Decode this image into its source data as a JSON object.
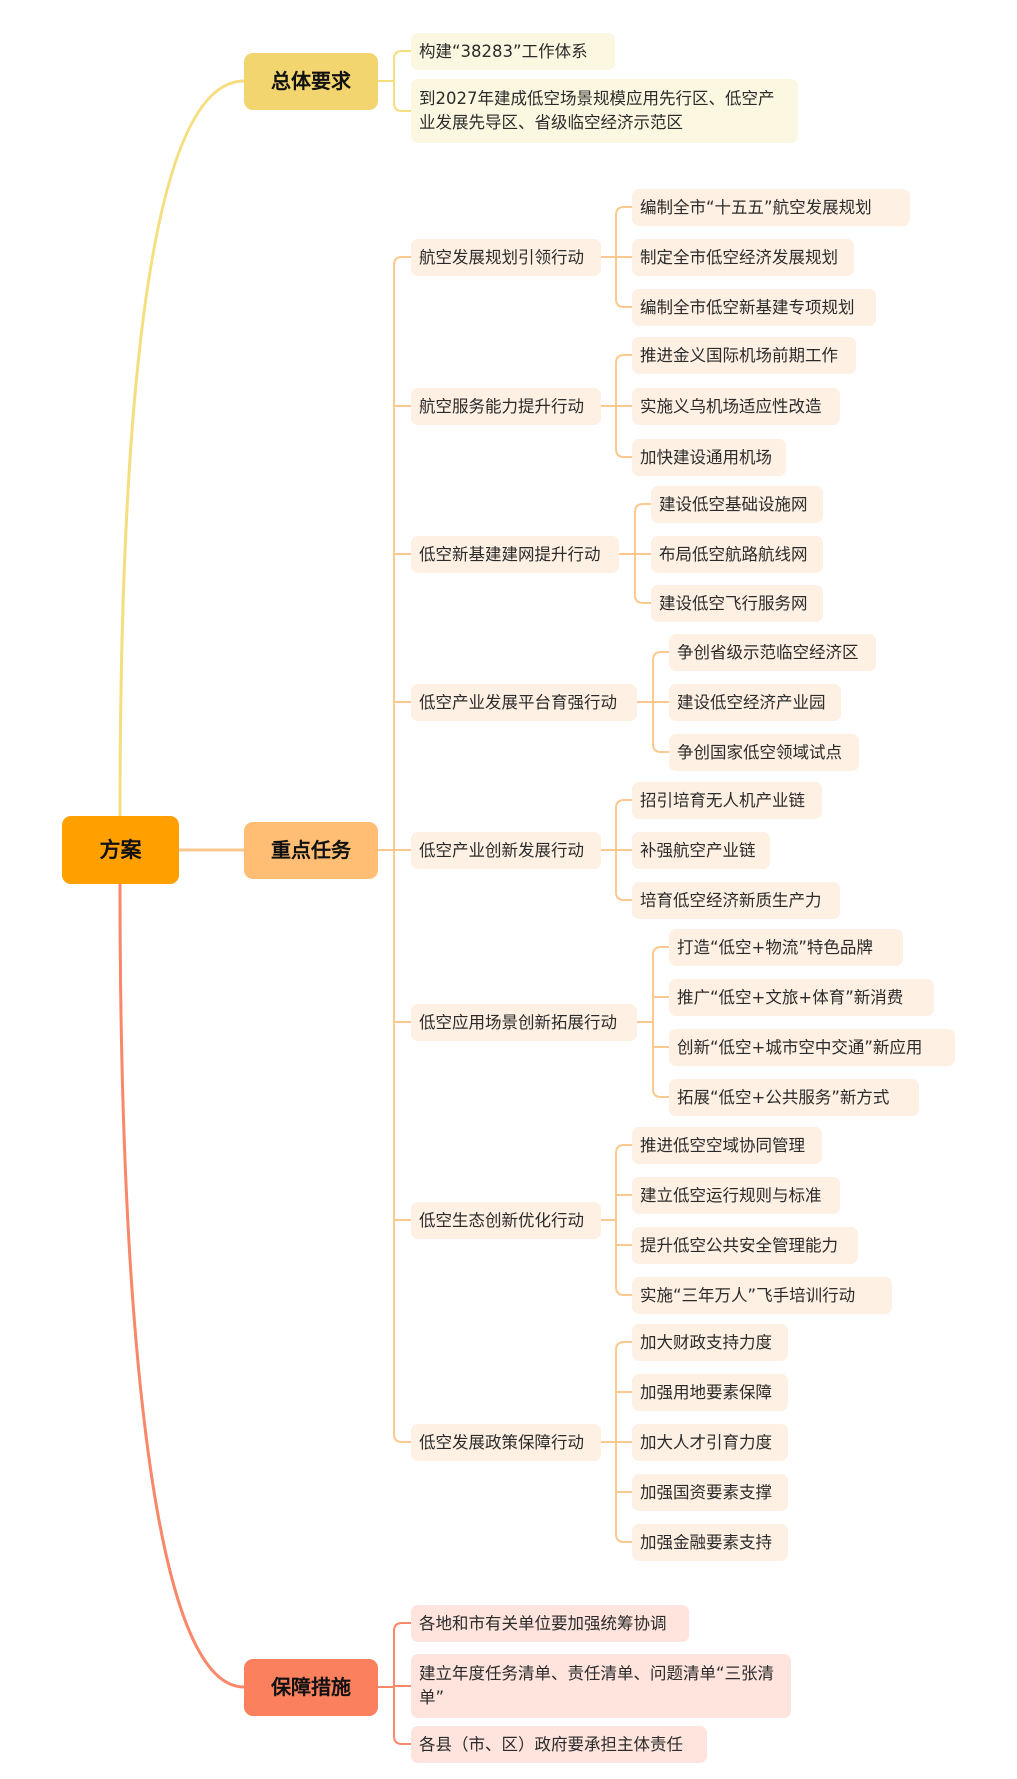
{
  "root": {
    "label": "方案"
  },
  "colors": {
    "root": "#FF9F00",
    "yellow": "#F2D56F",
    "orange": "#FFBE74",
    "red": "#FA805E",
    "line_yellow": "#F4DE7E",
    "line_orange": "#FBC98F",
    "line_red": "#F9876A"
  },
  "branches": [
    {
      "label": "总体要求",
      "items": [
        {
          "label": "构建“38283”工作体系"
        },
        {
          "label": "到2027年建成低空场景规模应用先行区、低空产业发展先导区、省级临空经济示范区"
        }
      ]
    },
    {
      "label": "重点任务",
      "items": [
        {
          "label": "航空发展规划引领行动",
          "children": [
            "编制全市“十五五”航空发展规划",
            "制定全市低空经济发展规划",
            "编制全市低空新基建专项规划"
          ]
        },
        {
          "label": "航空服务能力提升行动",
          "children": [
            "推进金义国际机场前期工作",
            "实施义乌机场适应性改造",
            "加快建设通用机场"
          ]
        },
        {
          "label": "低空新基建建网提升行动",
          "children": [
            "建设低空基础设施网",
            "布局低空航路航线网",
            "建设低空飞行服务网"
          ]
        },
        {
          "label": "低空产业发展平台育强行动",
          "children": [
            "争创省级示范临空经济区",
            "建设低空经济产业园",
            "争创国家低空领域试点"
          ]
        },
        {
          "label": "低空产业创新发展行动",
          "children": [
            "招引培育无人机产业链",
            "补强航空产业链",
            "培育低空经济新质生产力"
          ]
        },
        {
          "label": "低空应用场景创新拓展行动",
          "children": [
            "打造“低空+物流”特色品牌",
            "推广“低空+文旅+体育”新消费",
            "创新“低空+城市空中交通”新应用",
            "拓展“低空+公共服务”新方式"
          ]
        },
        {
          "label": "低空生态创新优化行动",
          "children": [
            "推进低空空域协同管理",
            "建立低空运行规则与标准",
            "提升低空公共安全管理能力",
            "实施“三年万人”飞手培训行动"
          ]
        },
        {
          "label": "低空发展政策保障行动",
          "children": [
            "加大财政支持力度",
            "加强用地要素保障",
            "加大人才引育力度",
            "加强国资要素支撑",
            "加强金融要素支持"
          ]
        }
      ]
    },
    {
      "label": "保障措施",
      "items": [
        {
          "label": "各地和市有关单位要加强统筹协调"
        },
        {
          "label": "建立年度任务清单、责任清单、问题清单“三张清单”"
        },
        {
          "label": "各县（市、区）政府要承担主体责任"
        }
      ]
    }
  ]
}
